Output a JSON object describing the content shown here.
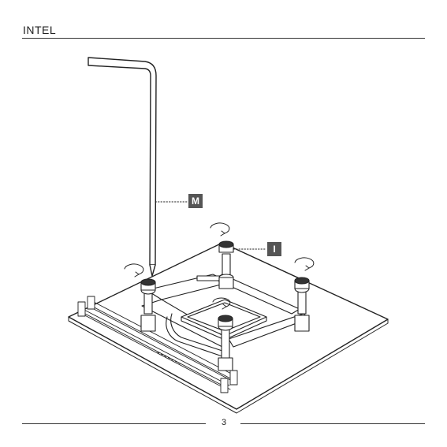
{
  "header": {
    "title": "INTEL"
  },
  "callouts": [
    {
      "id": "M",
      "label": "M",
      "refers_to": "hex-key-tool"
    },
    {
      "id": "I",
      "label": "I",
      "refers_to": "standoff-nut"
    }
  ],
  "footer": {
    "page_number": "3"
  },
  "colors": {
    "ink": "#222222",
    "callout_bg": "#555555",
    "paper": "#ffffff"
  }
}
